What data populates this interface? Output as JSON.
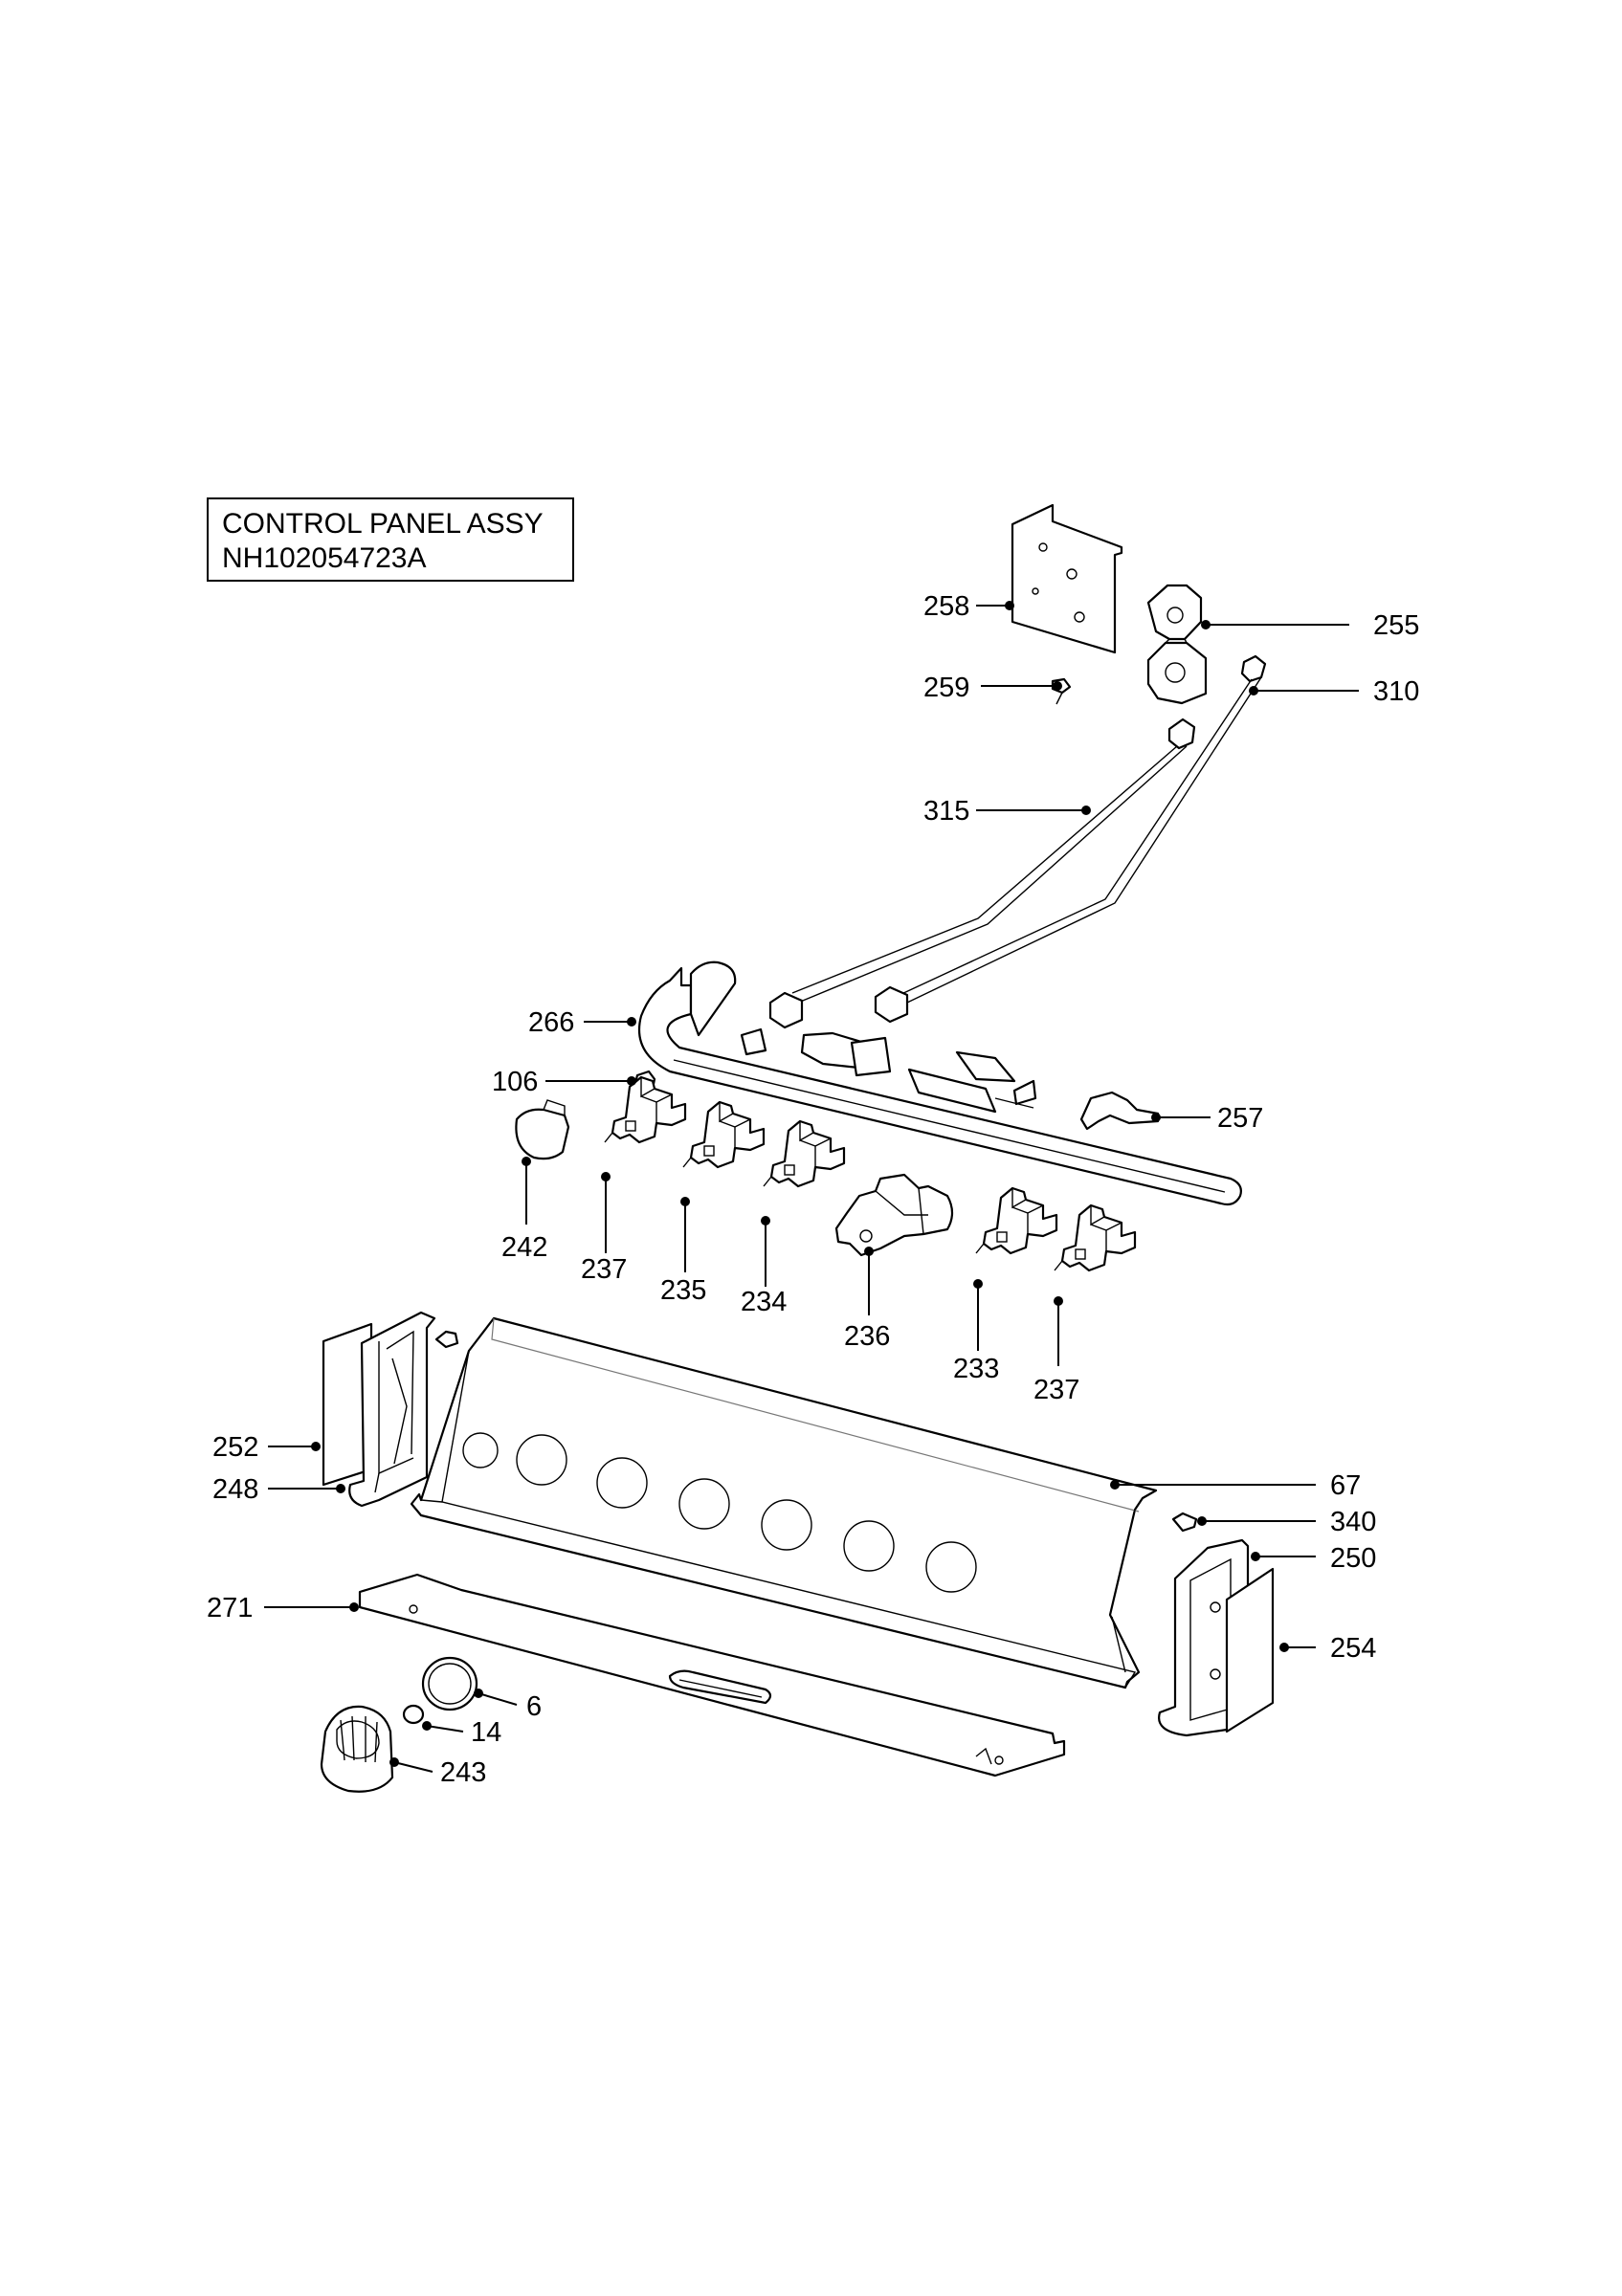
{
  "title": {
    "line1": "CONTROL PANEL ASSY",
    "line2": "NH102054723A"
  },
  "callouts": [
    {
      "id": "c258",
      "label": "258"
    },
    {
      "id": "c255",
      "label": "255"
    },
    {
      "id": "c259",
      "label": "259"
    },
    {
      "id": "c310",
      "label": "310"
    },
    {
      "id": "c315",
      "label": "315"
    },
    {
      "id": "c266",
      "label": "266"
    },
    {
      "id": "c106",
      "label": "106"
    },
    {
      "id": "c257",
      "label": "257"
    },
    {
      "id": "c242",
      "label": "242"
    },
    {
      "id": "c237a",
      "label": "237"
    },
    {
      "id": "c235",
      "label": "235"
    },
    {
      "id": "c234",
      "label": "234"
    },
    {
      "id": "c236",
      "label": "236"
    },
    {
      "id": "c233",
      "label": "233"
    },
    {
      "id": "c237b",
      "label": "237"
    },
    {
      "id": "c252",
      "label": "252"
    },
    {
      "id": "c248",
      "label": "248"
    },
    {
      "id": "c67",
      "label": "67"
    },
    {
      "id": "c340",
      "label": "340"
    },
    {
      "id": "c250",
      "label": "250"
    },
    {
      "id": "c271",
      "label": "271"
    },
    {
      "id": "c254",
      "label": "254"
    },
    {
      "id": "c6",
      "label": "6"
    },
    {
      "id": "c14",
      "label": "14"
    },
    {
      "id": "c243",
      "label": "243"
    }
  ]
}
